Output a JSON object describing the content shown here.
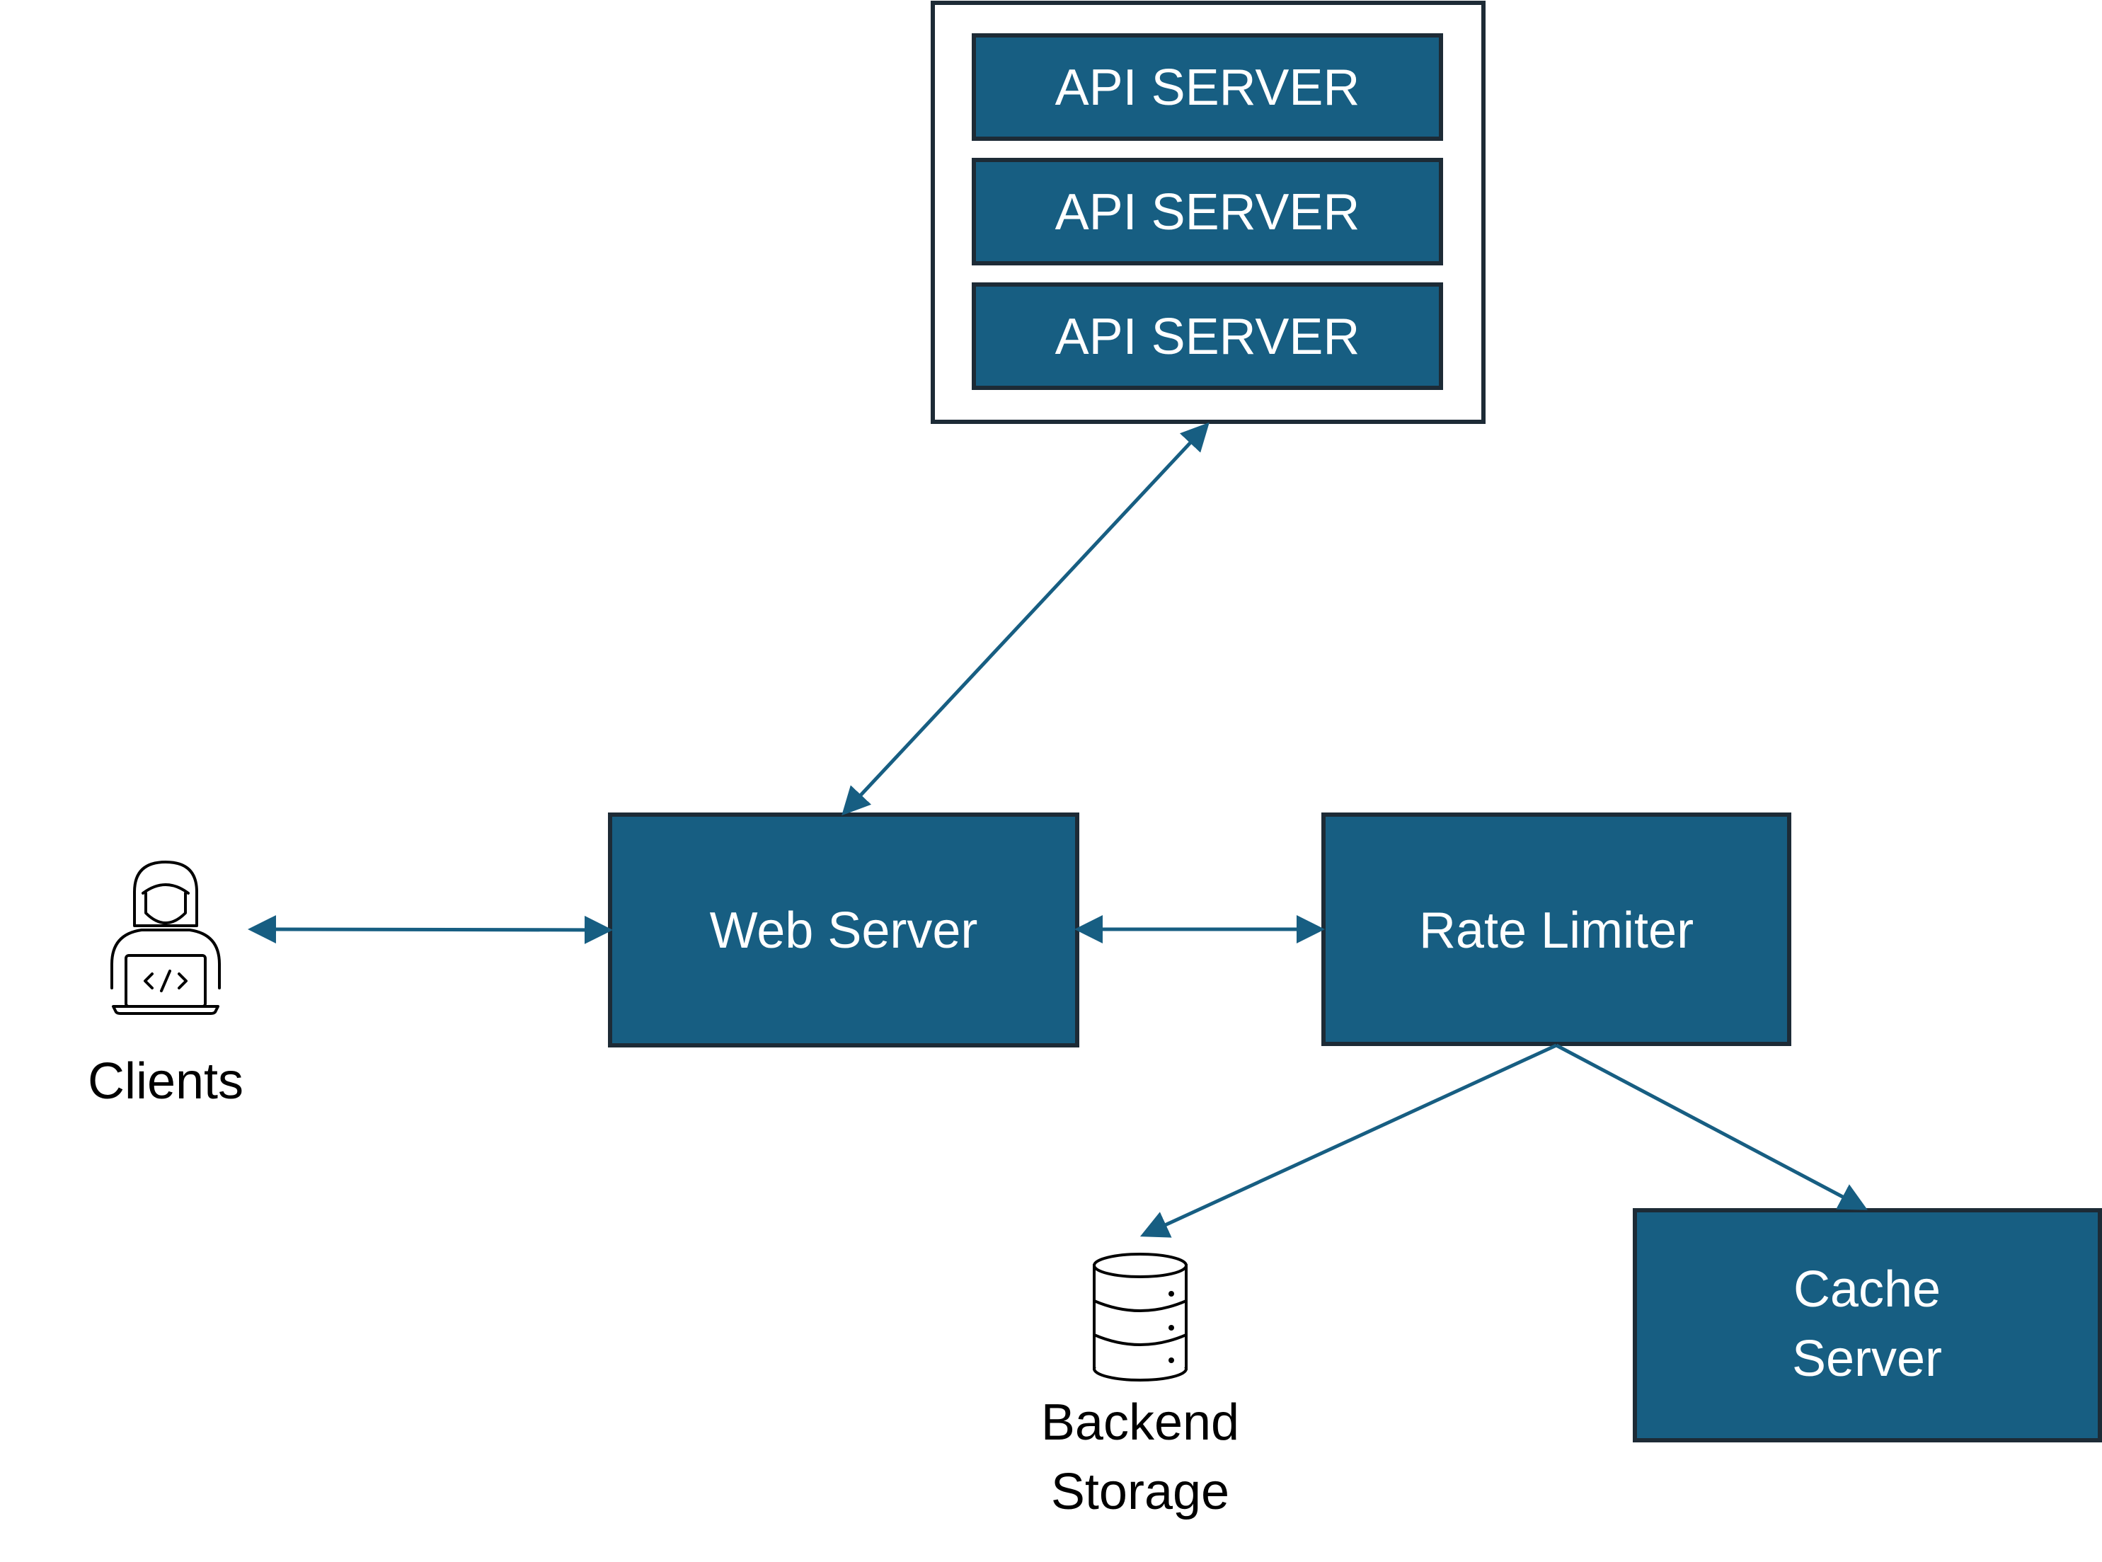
{
  "colors": {
    "box_fill": "#175e82",
    "box_border": "#1d2b36",
    "arrow": "#175e82",
    "icon_stroke": "#000000"
  },
  "api_cluster": {
    "servers": [
      "API SERVER",
      "API SERVER",
      "API SERVER"
    ]
  },
  "web_server": {
    "label": "Web Server"
  },
  "rate_limiter": {
    "label": "Rate Limiter"
  },
  "cache_server": {
    "label_line1": "Cache",
    "label_line2": "Server"
  },
  "clients": {
    "label": "Clients",
    "icon": "developer-laptop-icon"
  },
  "backend_storage": {
    "label_line1": "Backend",
    "label_line2": "Storage",
    "icon": "database-icon"
  }
}
